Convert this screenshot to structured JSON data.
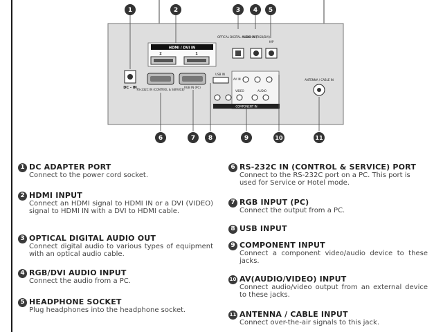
{
  "diagram": {
    "hdmi_header": "HDMI / DVI IN",
    "hdmi_port_2": "2",
    "hdmi_port_1": "1",
    "optical_label": "OPTICAL DIGITAL AUDIO OUT",
    "audio_label": "AUDIO IN (RGB/DVI)",
    "hp_label": "H/P",
    "dc_label": "DC - IN",
    "rs232_label": "RS-232C IN (CONTROL & SERVICE)",
    "rgb_label": "RGB IN (PC)",
    "usb_label": "USB IN",
    "av_label": "AV IN",
    "video_label": "VIDEO",
    "audio_l_label": "AUDIO",
    "component_label": "COMPONENT IN",
    "antenna_label": "ANTENNA / CABLE IN",
    "callouts": [
      "1",
      "2",
      "3",
      "4",
      "5",
      "6",
      "7",
      "8",
      "9",
      "10",
      "11"
    ]
  },
  "items": [
    {
      "num": "1",
      "title": "DC ADAPTER PORT",
      "desc": "Connect to the power cord socket."
    },
    {
      "num": "2",
      "title": "HDMI INPUT",
      "desc": "Connect an HDMI signal to HDMI IN or a DVI (VIDEO) signal to HDMI IN with a DVI to HDMI cable."
    },
    {
      "num": "3",
      "title": "OPTICAL DIGITAL AUDIO OUT",
      "desc": "Connect digital audio to various types of equipment with an optical audio cable."
    },
    {
      "num": "4",
      "title": "RGB/DVI AUDIO INPUT",
      "desc": "Connect the audio from a PC."
    },
    {
      "num": "5",
      "title": "HEADPHONE SOCKET",
      "desc": "Plug headphones into the headphone socket."
    },
    {
      "num": "6",
      "title": "RS-232C IN (CONTROL & SERVICE) PORT",
      "desc": "Connect to the RS-232C port on a PC. This port is used for Service or Hotel mode."
    },
    {
      "num": "7",
      "title": "RGB INPUT (PC)",
      "desc": "Connect the output from a PC."
    },
    {
      "num": "8",
      "title": "USB INPUT",
      "desc": ""
    },
    {
      "num": "9",
      "title": "COMPONENT INPUT",
      "desc": "Connect a component video/audio device to these jacks."
    },
    {
      "num": "10",
      "title": "AV(AUDIO/VIDEO) INPUT",
      "desc": "Connect audio/video output from an external device to these jacks."
    },
    {
      "num": "11",
      "title": "ANTENNA / CABLE INPUT",
      "desc": "Connect over-the-air signals to this jack."
    }
  ]
}
